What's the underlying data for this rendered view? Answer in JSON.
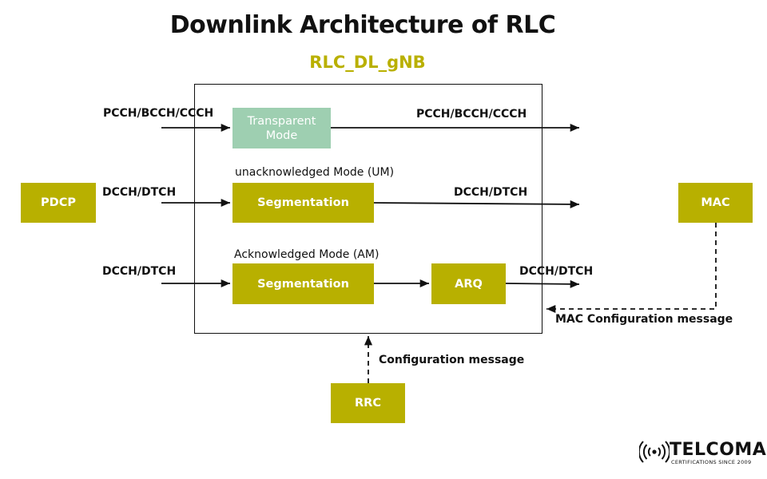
{
  "header": {
    "title": "Downlink Architecture of RLC",
    "subtitle": "RLC_DL_gNB"
  },
  "blocks": {
    "pdcp": "PDCP",
    "mac": "MAC",
    "rrc": "RRC",
    "transparent": "Transparent Mode",
    "um_segmentation": "Segmentation",
    "am_segmentation": "Segmentation",
    "arq": "ARQ"
  },
  "modes": {
    "um": "unacknowledged Mode (UM)",
    "am": "Acknowledged Mode (AM)"
  },
  "channels": {
    "tm_in": "PCCH/BCCH/CCCH",
    "tm_out": "PCCH/BCCH/CCCH",
    "um_in": "DCCH/DTCH",
    "um_out": "DCCH/DTCH",
    "am_in": "DCCH/DTCH",
    "am_out": "DCCH/DTCH"
  },
  "messages": {
    "mac_config": "MAC Configuration message",
    "rrc_config": "Configuration message"
  },
  "logo": {
    "name": "TELCOMA",
    "tagline": "CERTIFICATIONS SINCE 2009"
  },
  "colors": {
    "olive": "#b8b000",
    "mint": "#9ecfb1",
    "subtitle": "#b9b000"
  }
}
